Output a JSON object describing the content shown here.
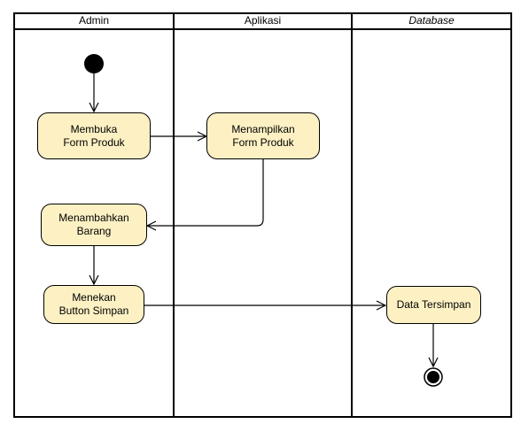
{
  "swimlanes": [
    {
      "label": "Admin",
      "italic": false
    },
    {
      "label": "Aplikasi",
      "italic": false
    },
    {
      "label": "Database",
      "italic": true
    }
  ],
  "activities": {
    "membuka_form_produk": "Membuka\nForm Produk",
    "menampilkan_form_produk": "Menampilkan\nForm Produk",
    "menambahkan_barang": "Menambahkan\nBarang",
    "menekan_button_simpan": "Menekan\nButton Simpan",
    "data_tersimpan": "Data Tersimpan"
  },
  "colors": {
    "activity_fill": "#fdf1c4",
    "line": "#000000",
    "background": "#ffffff"
  }
}
